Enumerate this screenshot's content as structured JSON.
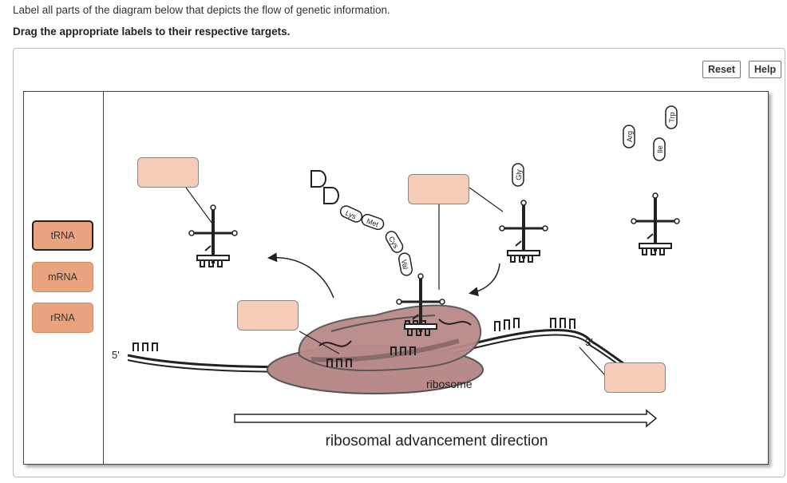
{
  "instructions": {
    "line1": "Label all parts of the diagram below that depicts the flow of genetic information.",
    "line2": "Drag the appropriate labels to their respective targets."
  },
  "toolbar": {
    "reset_label": "Reset",
    "help_label": "Help"
  },
  "label_bank": {
    "items": [
      {
        "label": "tRNA",
        "selected": true
      },
      {
        "label": "mRNA",
        "selected": false
      },
      {
        "label": "rRNA",
        "selected": false
      }
    ]
  },
  "diagram": {
    "amino_acids": {
      "lys": "Lys",
      "met": "Met",
      "cys": "Cys",
      "val": "Val",
      "gly": "Gly",
      "arg": "Arg",
      "trp": "Trp",
      "ile": "Ile"
    },
    "five_prime": "5'",
    "three_prime": "3'",
    "ribosome_label": "ribosome",
    "direction_label": "ribosomal advancement direction"
  },
  "colors": {
    "label_fill": "#e9a47f",
    "target_fill": "#f5cdb8",
    "ribosome": "#b98a8a"
  }
}
